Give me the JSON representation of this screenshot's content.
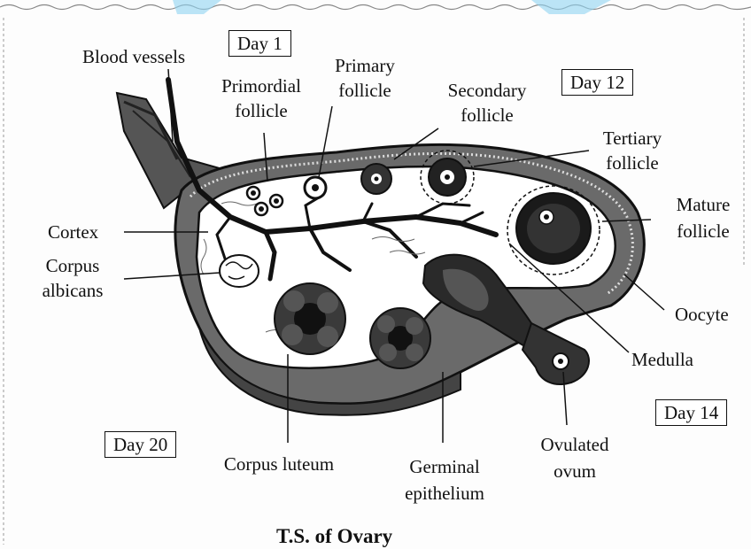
{
  "title": "T.S. of Ovary",
  "days": {
    "day1": "Day 1",
    "day12": "Day 12",
    "day14": "Day 14",
    "day20": "Day 20"
  },
  "labels": {
    "blood_vessels": "Blood vessels",
    "primordial_follicle_1": "Primordial",
    "primordial_follicle_2": "follicle",
    "primary_follicle_1": "Primary",
    "primary_follicle_2": "follicle",
    "secondary_follicle_1": "Secondary",
    "secondary_follicle_2": "follicle",
    "tertiary_follicle_1": "Tertiary",
    "tertiary_follicle_2": "follicle",
    "mature_follicle_1": "Mature",
    "mature_follicle_2": "follicle",
    "cortex": "Cortex",
    "corpus_albicans_1": "Corpus",
    "corpus_albicans_2": "albicans",
    "oocyte": "Oocyte",
    "medulla": "Medulla",
    "corpus_luteum": "Corpus luteum",
    "germinal_epithelium_1": "Germinal",
    "germinal_epithelium_2": "epithelium",
    "ovulated_ovum_1": "Ovulated",
    "ovulated_ovum_2": "ovum"
  }
}
